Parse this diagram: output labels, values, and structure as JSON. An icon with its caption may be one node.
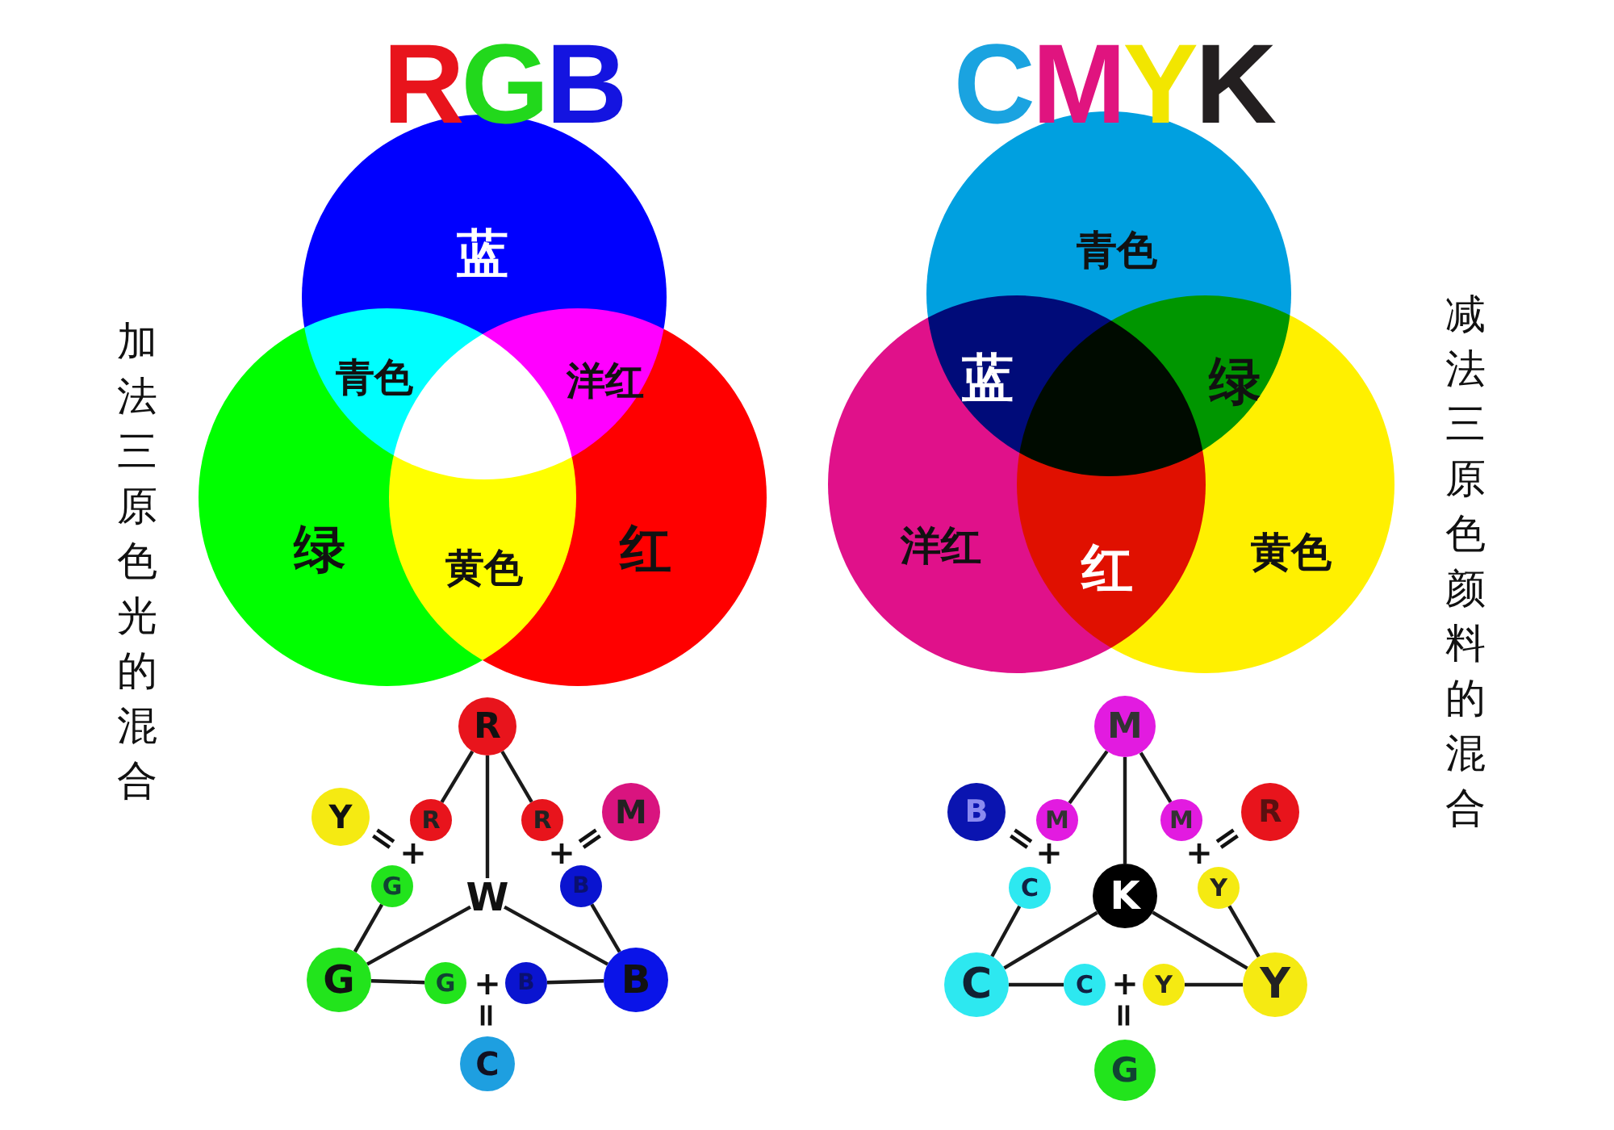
{
  "diagram": {
    "nodes": [
      {
        "text": [
          "蓝"
        ]
      },
      {
        "text": [
          "绿"
        ]
      },
      {
        "text": [
          "红"
        ]
      },
      {
        "text": [
          "青色"
        ]
      },
      {
        "text": [
          "洋红"
        ]
      },
      {
        "text": [
          "黄色"
        ]
      },
      {
        "text": [
          "R"
        ]
      },
      {
        "text": [
          "Y"
        ]
      },
      {
        "text": [
          "R"
        ]
      },
      {
        "text": [
          "R"
        ]
      },
      {
        "text": [
          "M"
        ]
      },
      {
        "text": [
          "G"
        ]
      },
      {
        "text": [
          "W"
        ]
      },
      {
        "text": [
          "B"
        ]
      },
      {
        "text": [
          "G"
        ]
      },
      {
        "text": [
          "G"
        ]
      },
      {
        "text": [
          "B"
        ]
      },
      {
        "text": [
          "B"
        ]
      },
      {
        "text": [
          "C"
        ]
      },
      {
        "text": [
          "M"
        ]
      },
      {
        "text": [
          "B"
        ]
      },
      {
        "text": [
          "M"
        ]
      },
      {
        "text": [
          "M"
        ]
      },
      {
        "text": [
          "R"
        ]
      },
      {
        "text": [
          "C"
        ]
      },
      {
        "text": [
          "K"
        ]
      },
      {
        "text": [
          "Y"
        ]
      },
      {
        "text": [
          "C"
        ]
      },
      {
        "text": [
          "C"
        ]
      },
      {
        "text": [
          "Y"
        ]
      },
      {
        "text": [
          "Y"
        ]
      },
      {
        "text": [
          "G"
        ]
      }
    ],
    "edges": [
      {
        "from": 6,
        "to": 8,
        "arrow": "none"
      },
      {
        "from": 6,
        "to": 9,
        "arrow": "none"
      },
      {
        "from": 6,
        "to": 12,
        "arrow": "none"
      },
      {
        "from": 11,
        "to": 14,
        "arrow": "none"
      },
      {
        "from": 13,
        "to": 17,
        "arrow": "none"
      },
      {
        "from": 14,
        "to": 12,
        "arrow": "none"
      },
      {
        "from": 17,
        "to": 12,
        "arrow": "none"
      },
      {
        "from": 14,
        "to": 15,
        "arrow": "none"
      },
      {
        "from": 16,
        "to": 17,
        "arrow": "none"
      },
      {
        "from": 19,
        "to": 21,
        "arrow": "none"
      },
      {
        "from": 19,
        "to": 22,
        "arrow": "none"
      },
      {
        "from": 19,
        "to": 25,
        "arrow": "none"
      },
      {
        "from": 24,
        "to": 27,
        "arrow": "none"
      },
      {
        "from": 26,
        "to": 30,
        "arrow": "none"
      },
      {
        "from": 27,
        "to": 25,
        "arrow": "none"
      },
      {
        "from": 30,
        "to": 25,
        "arrow": "none"
      },
      {
        "from": 27,
        "to": 28,
        "arrow": "none"
      },
      {
        "from": 29,
        "to": 30,
        "arrow": "none"
      }
    ],
    "labels": [
      "RGB",
      "CMYK",
      "加法三原色光的混合",
      "青色",
      "洋红",
      "黄色",
      "蓝",
      "绿",
      "红",
      "减法三原色颜料的混合",
      "=",
      "+",
      "+",
      "=",
      "+",
      "=",
      "=",
      "+",
      "+",
      "=",
      "+",
      "="
    ]
  }
}
